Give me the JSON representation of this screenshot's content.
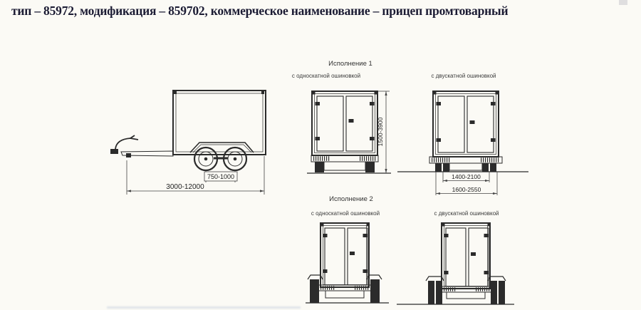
{
  "title": "тип – 85972, модификация – 859702, коммерческое наименование – прицеп промтоварный",
  "side_view": {
    "dim_axle_base": "750-1000",
    "dim_length": "3000-12000"
  },
  "variant1": {
    "heading": "Исполнение 1",
    "single_tire_label": "с односкатной ошиновкой",
    "dual_tire_label": "с двускатной ошиновкой",
    "dim_height": "1500-3900",
    "dim_track_inner": "1400-2100",
    "dim_track_outer": "1600-2550"
  },
  "variant2": {
    "heading": "Исполнение 2",
    "single_tire_label": "с односкатной ошиновкой",
    "dual_tire_label": "с двускатной ошиновкой"
  },
  "colors": {
    "ink": "#2b2b2b",
    "title_ink": "#1b1b33",
    "paper": "#fbfaf5"
  }
}
